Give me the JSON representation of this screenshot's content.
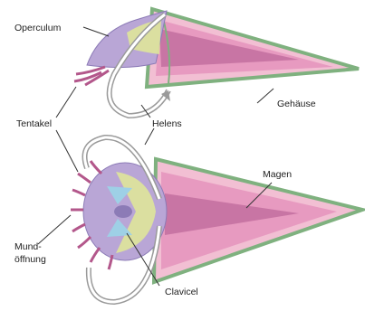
{
  "labels": {
    "operculum": "Operculum",
    "gehaeuse": "Gehäuse",
    "tentakel": "Tentakel",
    "helens": "Helens",
    "magen": "Magen",
    "mund": "Mund-",
    "oeffnung": "öffnung",
    "clavicel": "Clavicel"
  },
  "colors": {
    "shell_outline": "#7fb17f",
    "shell_fill": "#f2bfd3",
    "stomach": "#c06c9c",
    "operculum": "#b9a6d6",
    "yellow": "#dfe59a",
    "tentacle": "#b3578b",
    "label_line": "#333333",
    "hamuli_outline": "#9a9a9a"
  }
}
